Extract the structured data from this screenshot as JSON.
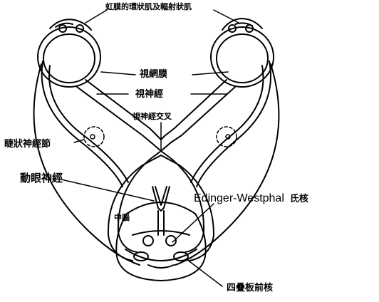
{
  "labels": {
    "iris_muscles": "虹膜的環狀肌及輻射狀肌",
    "retina": "視網膜",
    "optic_nerve": "視神經",
    "optic_chiasm": "視神經交叉",
    "ciliary_ganglion": "睫狀神經節",
    "oculomotor_nerve": "動眼神經",
    "ew_nucleus_en": "Edinger-Westphal",
    "ew_nucleus_zh": "氏核",
    "midbrain": "中腦",
    "pretectal_nucleus": "四疊板前核"
  },
  "colors": {
    "ink": "#000000",
    "background": "#ffffff"
  }
}
